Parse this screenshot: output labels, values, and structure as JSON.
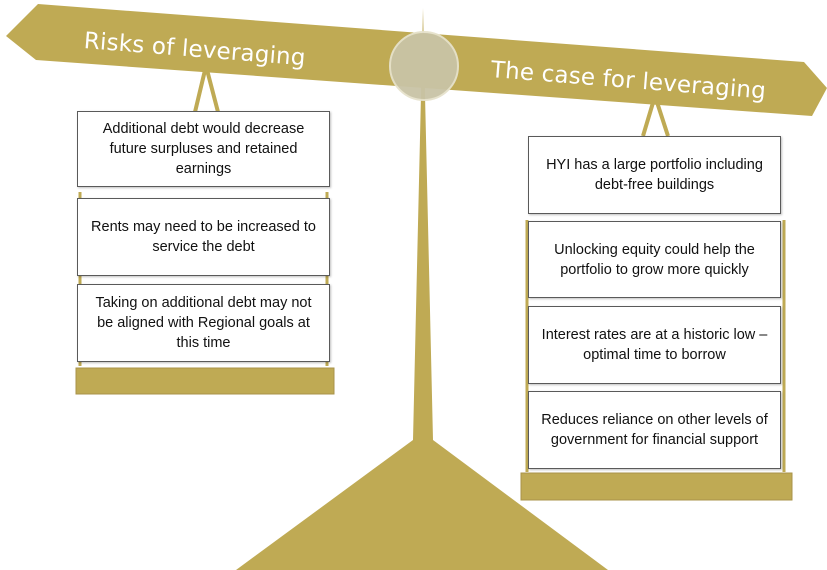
{
  "colors": {
    "gold": "#bfaa54",
    "gold_dark": "#a8934a",
    "fulcrum": "#c9c4a6"
  },
  "left_side": {
    "heading": "Risks of leveraging",
    "items": [
      "Additional debt would decrease future surpluses and retained earnings",
      "Rents may need to be increased to service the debt",
      "Taking on additional debt may not be aligned with Regional goals at this time"
    ]
  },
  "right_side": {
    "heading": "The case for leveraging",
    "items": [
      "HYI has a large portfolio including debt-free buildings",
      "Unlocking equity could help the portfolio to grow more quickly",
      "Interest rates are at a historic low – optimal time to borrow",
      "Reduces reliance on other levels of government for financial support"
    ]
  }
}
